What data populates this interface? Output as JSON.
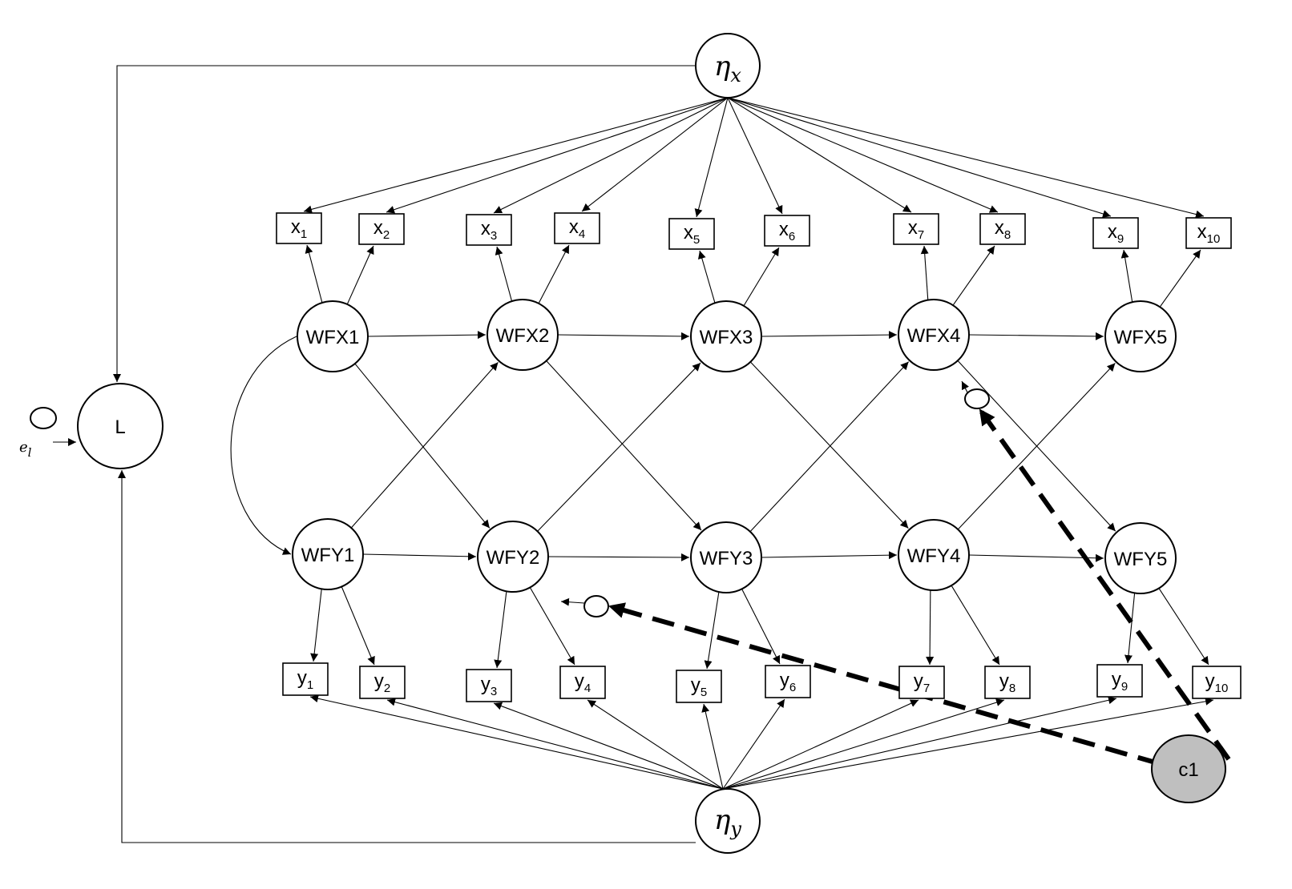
{
  "colors": {
    "stroke": "#000000",
    "node_fill": "#ffffff",
    "c1_fill": "#bfbfbf"
  },
  "nodes": {
    "eta_x": {
      "sym": "η",
      "sub": "x"
    },
    "eta_y": {
      "sym": "η",
      "sub": "y"
    },
    "L": {
      "label": "L"
    },
    "e_l": {
      "sym": "e",
      "sub": "l"
    },
    "c1": {
      "label": "c1"
    },
    "wfx": [
      "WFX1",
      "WFX2",
      "WFX3",
      "WFX4",
      "WFX5"
    ],
    "wfy": [
      "WFY1",
      "WFY2",
      "WFY3",
      "WFY4",
      "WFY5"
    ],
    "x_items": [
      {
        "base": "x",
        "sub": "1"
      },
      {
        "base": "x",
        "sub": "2"
      },
      {
        "base": "x",
        "sub": "3"
      },
      {
        "base": "x",
        "sub": "4"
      },
      {
        "base": "x",
        "sub": "5"
      },
      {
        "base": "x",
        "sub": "6"
      },
      {
        "base": "x",
        "sub": "7"
      },
      {
        "base": "x",
        "sub": "8"
      },
      {
        "base": "x",
        "sub": "9"
      },
      {
        "base": "x",
        "sub": "10"
      }
    ],
    "y_items": [
      {
        "base": "y",
        "sub": "1"
      },
      {
        "base": "y",
        "sub": "2"
      },
      {
        "base": "y",
        "sub": "3"
      },
      {
        "base": "y",
        "sub": "4"
      },
      {
        "base": "y",
        "sub": "5"
      },
      {
        "base": "y",
        "sub": "6"
      },
      {
        "base": "y",
        "sub": "7"
      },
      {
        "base": "y",
        "sub": "8"
      },
      {
        "base": "y",
        "sub": "9"
      },
      {
        "base": "y",
        "sub": "10"
      }
    ]
  }
}
